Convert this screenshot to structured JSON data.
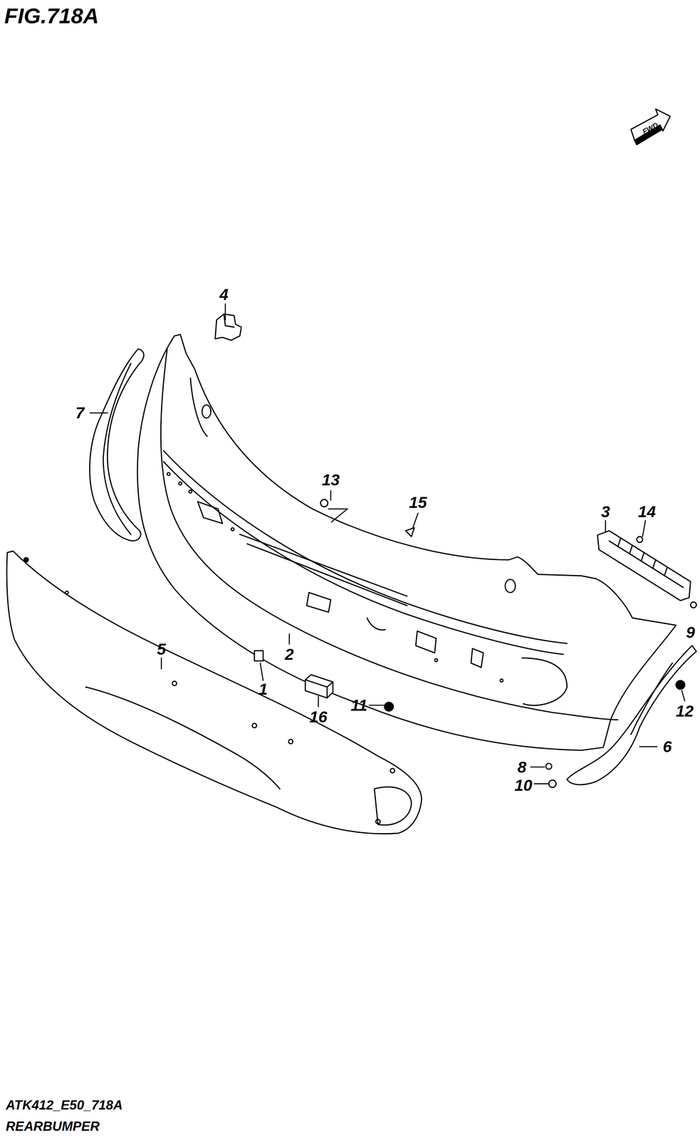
{
  "diagram": {
    "title": "FIG.718A",
    "caption": "REARBUMPER",
    "labels": [
      "FWD",
      "4",
      "7",
      "13",
      "15",
      "3",
      "14",
      "9",
      "5",
      "2",
      "1",
      "16",
      "11",
      "12",
      "6",
      "8",
      "10",
      "ATK412_E50_718A"
    ]
  }
}
